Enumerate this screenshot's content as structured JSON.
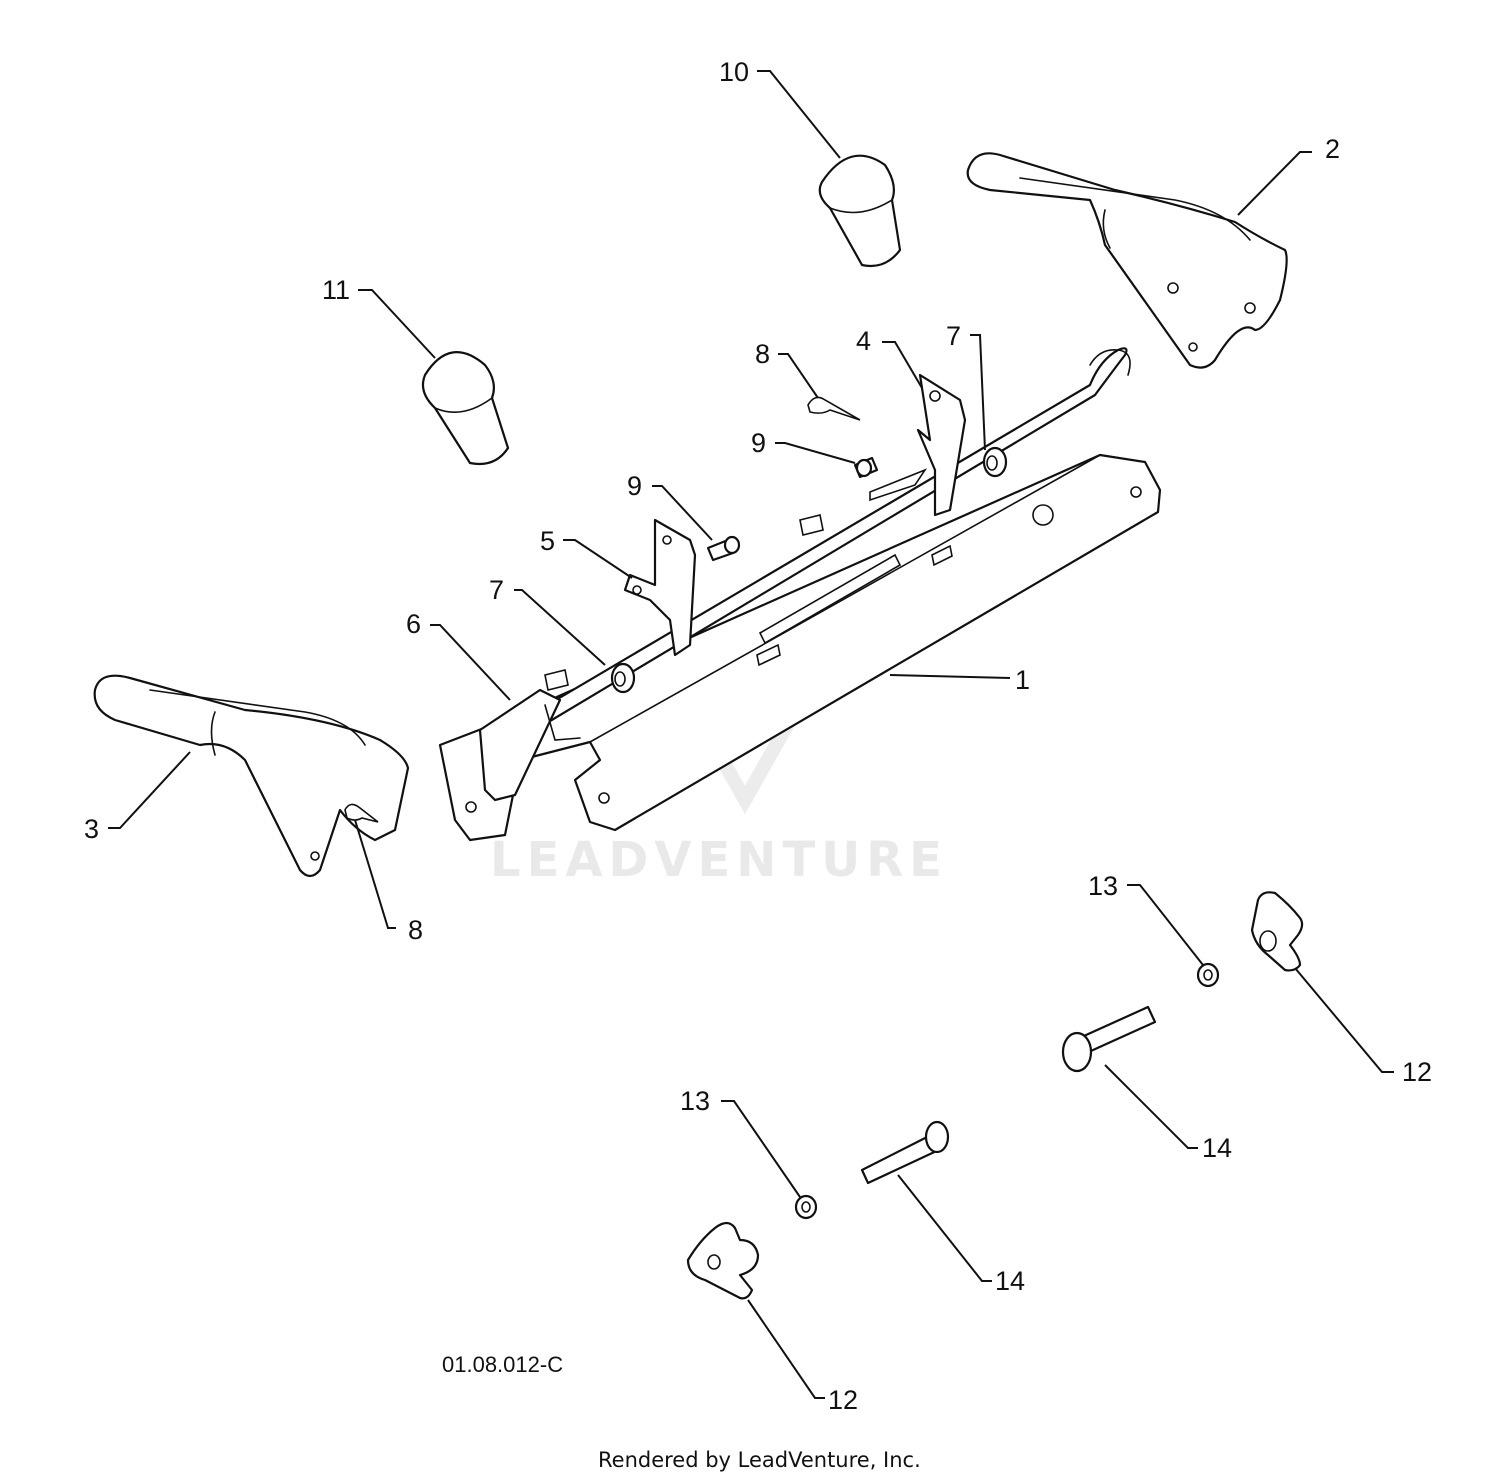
{
  "watermark": {
    "text": "LEADVENTURE"
  },
  "figure_code": "01.08.012-C",
  "footer": "Rendered by LeadVenture, Inc.",
  "callouts": {
    "c1": "1",
    "c2": "2",
    "c3": "3",
    "c4": "4",
    "c5": "5",
    "c6": "6",
    "c7a": "7",
    "c7b": "7",
    "c8a": "8",
    "c8b": "8",
    "c9a": "9",
    "c9b": "9",
    "c10": "10",
    "c11": "11",
    "c12a": "12",
    "c12b": "12",
    "c13a": "13",
    "c13b": "13",
    "c14a": "14",
    "c14b": "14"
  }
}
